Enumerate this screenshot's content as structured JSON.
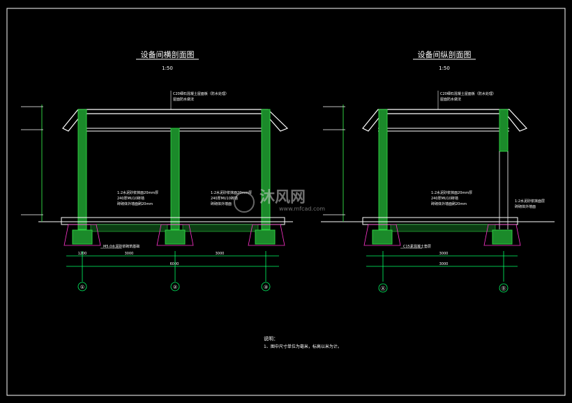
{
  "left_section": {
    "title": "设备间横剖面图",
    "scale": "1:50",
    "roof_note_1": "C20细石混凝土屋面板（防水处理）",
    "roof_note_2": "屋面防水做法",
    "wall_note_1": "1:2水泥砂浆抹面20mm厚",
    "wall_note_2": "240厚MU10砖墙",
    "wall_note_3": "砖砌体外墙面刷20mm",
    "wall_note_r1": "1:2水泥砂浆抹面20mm厚",
    "wall_note_r2": "240厚MU10砖墙",
    "wall_note_r3": "砖砌体外墙面",
    "base_note": "M5.0水泥砂浆砌筑基础",
    "dims": [
      "1200",
      "3000",
      "3000",
      "6000"
    ],
    "axes": [
      "①",
      "②",
      "③"
    ]
  },
  "right_section": {
    "title": "设备间纵剖面图",
    "scale": "1:50",
    "roof_note_1": "C20细石混凝土屋面板（防水处理）",
    "roof_note_2": "屋面防水做法",
    "wall_note_1": "1:2水泥砂浆抹面20mm厚",
    "wall_note_2": "240厚MU10砖墙",
    "wall_note_3": "砖砌体外墙面刷20mm",
    "wall_note_r1": "1:2水泥砂浆抹面层",
    "wall_note_r2": "砖砌体外墙面",
    "base_note": "C15素混凝土垫层",
    "dims": [
      "3000",
      "3000"
    ],
    "axes": [
      "Ⓐ",
      "Ⓑ"
    ]
  },
  "notes": {
    "heading": "说明：",
    "line1": "1、图中尺寸单位为毫米，标高以米为计。"
  },
  "watermark": {
    "brand": "沐风网",
    "url": "www.mfcad.com"
  },
  "colors": {
    "background": "#000000",
    "wall": "#2ecc40",
    "line": "#ffffff",
    "dim": "#00ff66",
    "title": "#ffffff",
    "hatch": "#ff00ff"
  }
}
